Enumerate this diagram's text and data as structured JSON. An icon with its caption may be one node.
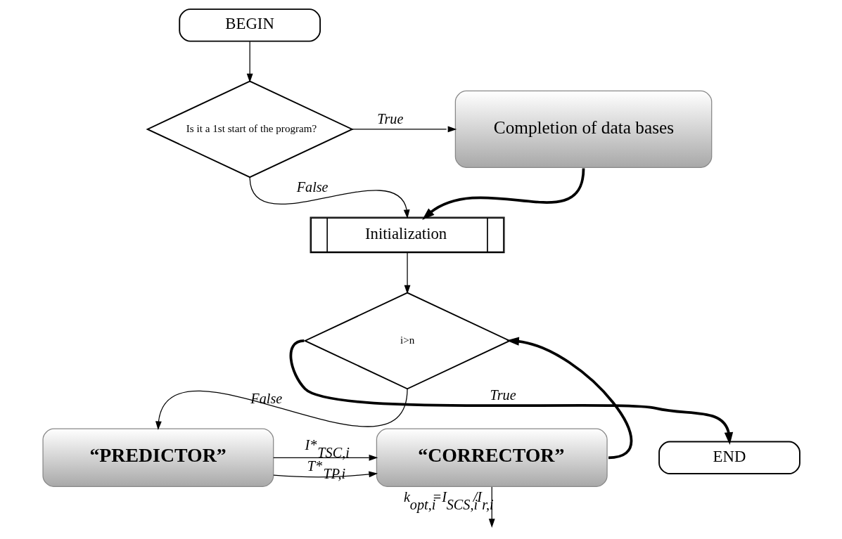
{
  "diagram": {
    "nodes": [
      {
        "text": [
          "BEGIN"
        ]
      },
      {
        "text": [
          "Is it a 1st start of the program?"
        ]
      },
      {
        "text": [
          "Completion of data bases"
        ]
      },
      {
        "text": [
          "Initialization"
        ]
      },
      {
        "text": [
          "i>n"
        ]
      },
      {
        "text": [
          "“PREDICTOR”"
        ]
      },
      {
        "text": [
          "“CORRECTOR”"
        ]
      },
      {
        "text": [
          "END"
        ]
      }
    ],
    "edges": [
      {
        "from": 0,
        "to": 1,
        "arrow": "to"
      },
      {
        "from": 1,
        "to": 2,
        "arrow": "to",
        "label": "True"
      },
      {
        "from": 1,
        "to": 3,
        "arrow": "to",
        "label": "False"
      },
      {
        "from": 2,
        "to": 3,
        "arrow": "to",
        "style": "thick"
      },
      {
        "from": 3,
        "to": 4,
        "arrow": "to"
      },
      {
        "from": 4,
        "to": 7,
        "arrow": "to",
        "label": "True",
        "style": "thick"
      },
      {
        "from": 4,
        "to": 5,
        "arrow": "to",
        "label": "False"
      },
      {
        "from": 5,
        "to": 6,
        "arrow": "to",
        "label": "I*$_{TSC,i}$"
      },
      {
        "from": 5,
        "to": 6,
        "arrow": "to",
        "label": "T*$_{TP,i}$"
      },
      {
        "from": 6,
        "to": 4,
        "arrow": "to",
        "style": "thick"
      },
      {
        "from": 6,
        "to": null,
        "arrow": "to",
        "label": "k$_{opt,i}$=I$_{SCS,i}$/I$_{r,i}$"
      }
    ]
  }
}
